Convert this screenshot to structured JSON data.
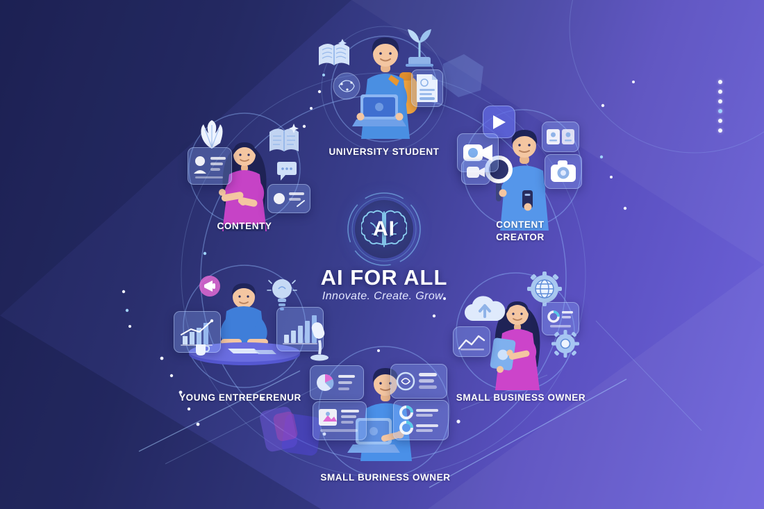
{
  "center": {
    "badge_text": "AI",
    "title": "AI FOR ALL",
    "subtitle": "Innovate. Create. Grow.",
    "badge_icon": "brain-icon"
  },
  "personas": [
    {
      "id": "university-student",
      "label": "UNIVERSITY STUDENT",
      "icons": [
        "open-book",
        "seedling",
        "brain-sphere",
        "certificate-document",
        "laptop",
        "backpack"
      ]
    },
    {
      "id": "contenty",
      "label": "CONTENTY",
      "icons": [
        "shell",
        "profile-card",
        "storybook",
        "chat-bubble",
        "feature-card"
      ]
    },
    {
      "id": "content-creator",
      "label": "CONTENT CREATOR",
      "icons": [
        "play-button",
        "video-camera",
        "video-clip",
        "id-cards",
        "photo-camera",
        "ring-light",
        "smartphone"
      ]
    },
    {
      "id": "small-business-owner",
      "label": "SMALL BUSINESS OWNER",
      "icons": [
        "globe-gear",
        "cloud-upload",
        "analytics-bubble",
        "report-card",
        "gear",
        "tablet"
      ]
    },
    {
      "id": "young-entrepreneur",
      "label": "YOUNG ENTREPERENUR",
      "icons": [
        "megaphone",
        "idea-bulb",
        "growth-chart-left",
        "growth-chart-right",
        "coffee-cup",
        "desk-mic",
        "desk"
      ]
    },
    {
      "id": "small-buriness-owner",
      "label": "SMALL BURINESS OWNER",
      "icons": [
        "pie-dashboard",
        "profile-dashboard",
        "ai-dashboard",
        "donut-dashboard",
        "laptop"
      ]
    }
  ],
  "pagination": {
    "dot_count": 6,
    "active_index": 3
  },
  "colors": {
    "bg_start": "#21255c",
    "bg_end": "#6f64dc",
    "accent_cyan": "#8fd9f8",
    "shirt_blue": "#4a8fe2",
    "magenta": "#c843c6",
    "backpack_orange": "#f3a53e",
    "ring_line": "#8cb4ff",
    "pink_accent": "#e06ad2",
    "teal_accent": "#58c8e8",
    "label_text": "#ffffff"
  }
}
